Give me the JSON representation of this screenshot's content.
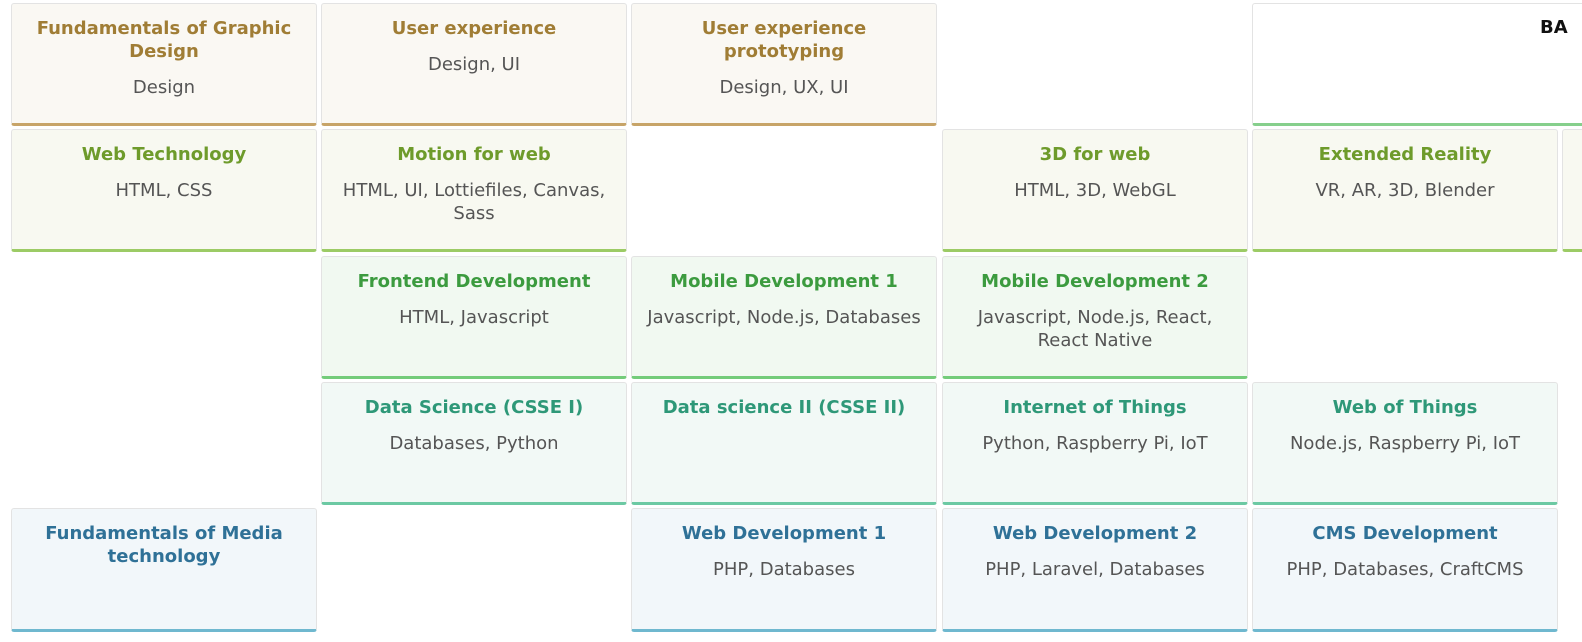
{
  "curriculum": {
    "row1": [
      {
        "title": "Fundamentals of Graphic Design",
        "tags": "Design"
      },
      {
        "title": "User experience",
        "tags": "Design, UI"
      },
      {
        "title": "User experience prototyping",
        "tags": "Design, UX, UI"
      }
    ],
    "cut_off_title": "BA",
    "row2": [
      {
        "title": "Web Technology",
        "tags": "HTML, CSS"
      },
      {
        "title": "Motion for web",
        "tags": "HTML, UI, Lottiefiles, Canvas, Sass"
      },
      {
        "title": "3D for web",
        "tags": "HTML, 3D, WebGL"
      },
      {
        "title": "Extended Reality",
        "tags": "VR, AR, 3D, Blender"
      }
    ],
    "row3": [
      {
        "title": "Frontend Development",
        "tags": "HTML, Javascript"
      },
      {
        "title": "Mobile Development 1",
        "tags": "Javascript, Node.js, Databases"
      },
      {
        "title": "Mobile Development 2",
        "tags": "Javascript, Node.js, React, React Native"
      }
    ],
    "row4": [
      {
        "title": "Data Science (CSSE I)",
        "tags": "Databases, Python"
      },
      {
        "title": "Data science II (CSSE II)",
        "tags": ""
      },
      {
        "title": "Internet of Things",
        "tags": "Python, Raspberry Pi, IoT"
      },
      {
        "title": "Web of Things",
        "tags": "Node.js, Raspberry Pi, IoT"
      }
    ],
    "row5": [
      {
        "title": "Fundamentals of Media technology",
        "tags": ""
      },
      {
        "title": "Web Development 1",
        "tags": "PHP, Databases"
      },
      {
        "title": "Web Development 2",
        "tags": "PHP, Laravel, Databases"
      },
      {
        "title": "CMS Development",
        "tags": "PHP, Databases, CraftCMS"
      }
    ]
  }
}
